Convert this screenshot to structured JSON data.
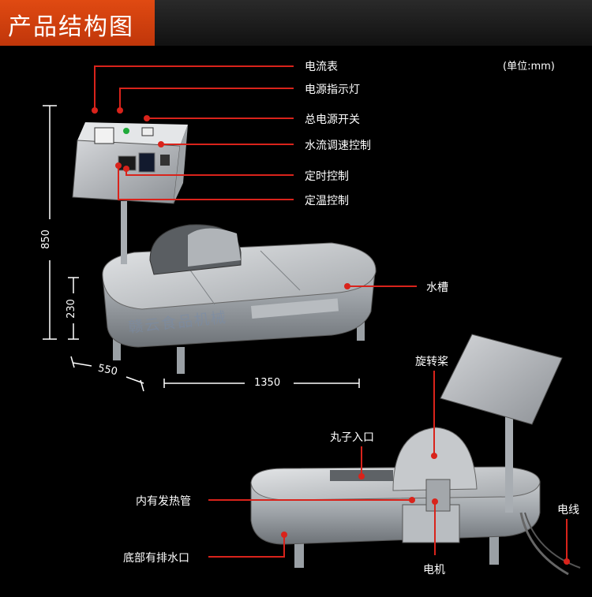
{
  "header": {
    "title": "产品结构图"
  },
  "unit_note": "(单位:mm)",
  "labels": {
    "ammeter": "电流表",
    "power_light": "电源指示灯",
    "main_switch": "总电源开关",
    "flow_control": "水流调速控制",
    "timer": "定时控制",
    "temp_control": "定温控制",
    "tank": "水槽",
    "paddle": "旋转桨",
    "ball_inlet": "丸子入口",
    "heater": "内有发热管",
    "wire": "电线",
    "drain": "底部有排水口",
    "motor": "电机"
  },
  "dimensions": {
    "height": "850",
    "tank_height": "230",
    "width": "550",
    "length": "1350"
  },
  "watermark": "赣云食品机械",
  "colors": {
    "accent": "#d9231b",
    "title_bar": "#d24413"
  }
}
